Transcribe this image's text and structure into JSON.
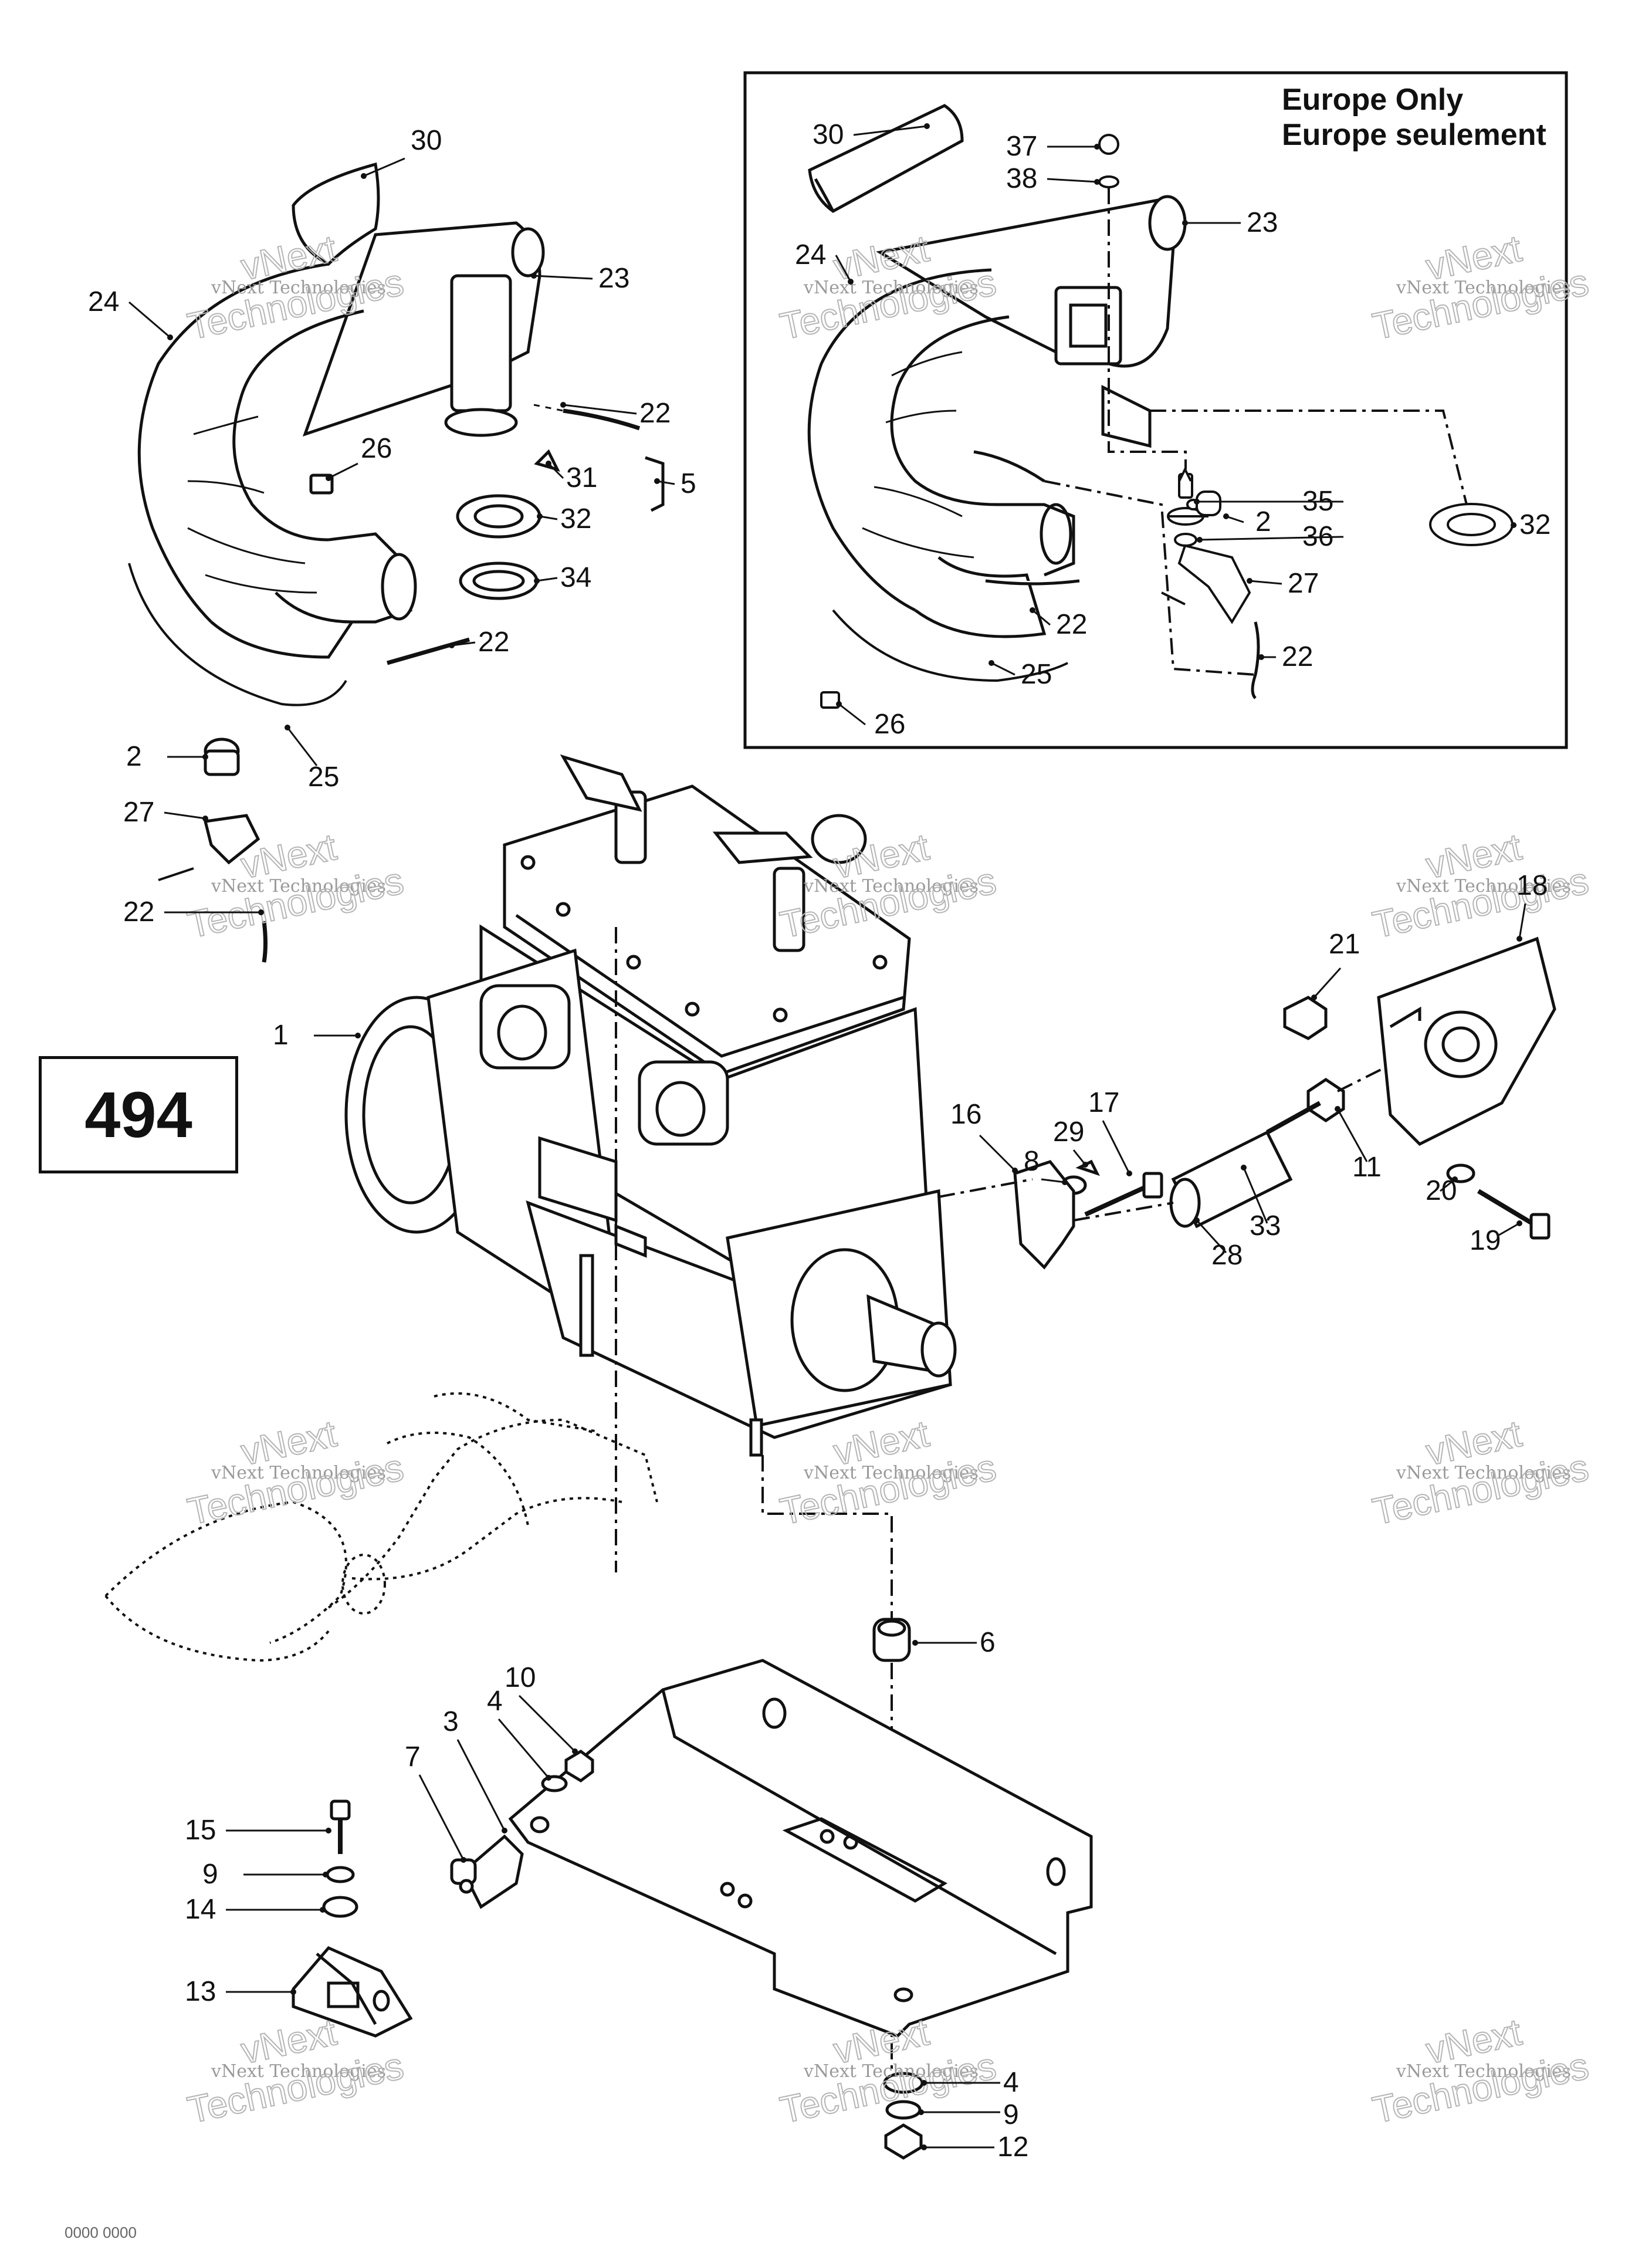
{
  "page_number": "494",
  "inset": {
    "title_line1": "Europe Only",
    "title_line2": "Europe seulement"
  },
  "watermark": {
    "line1": "vNext",
    "line2": "vNext Technologies",
    "line3": "Technologies"
  },
  "corner_code": "0000 0000",
  "callouts": {
    "main": [
      {
        "id": "c30",
        "label": "30"
      },
      {
        "id": "c23",
        "label": "23"
      },
      {
        "id": "c24",
        "label": "24"
      },
      {
        "id": "c22a",
        "label": "22"
      },
      {
        "id": "c26",
        "label": "26"
      },
      {
        "id": "c31",
        "label": "31"
      },
      {
        "id": "c5",
        "label": "5"
      },
      {
        "id": "c32",
        "label": "32"
      },
      {
        "id": "c34",
        "label": "34"
      },
      {
        "id": "c22b",
        "label": "22"
      },
      {
        "id": "c25",
        "label": "25"
      },
      {
        "id": "c2",
        "label": "2"
      },
      {
        "id": "c27",
        "label": "27"
      },
      {
        "id": "c22c",
        "label": "22"
      },
      {
        "id": "c1",
        "label": "1"
      },
      {
        "id": "c18",
        "label": "18"
      },
      {
        "id": "c21",
        "label": "21"
      },
      {
        "id": "c17",
        "label": "17"
      },
      {
        "id": "c29",
        "label": "29"
      },
      {
        "id": "c8",
        "label": "8"
      },
      {
        "id": "c16",
        "label": "16"
      },
      {
        "id": "c11",
        "label": "11"
      },
      {
        "id": "c20",
        "label": "20"
      },
      {
        "id": "c33",
        "label": "33"
      },
      {
        "id": "c28",
        "label": "28"
      },
      {
        "id": "c19",
        "label": "19"
      },
      {
        "id": "c6",
        "label": "6"
      },
      {
        "id": "c10",
        "label": "10"
      },
      {
        "id": "c4a",
        "label": "4"
      },
      {
        "id": "c3",
        "label": "3"
      },
      {
        "id": "c7",
        "label": "7"
      },
      {
        "id": "c15",
        "label": "15"
      },
      {
        "id": "c9a",
        "label": "9"
      },
      {
        "id": "c14",
        "label": "14"
      },
      {
        "id": "c13",
        "label": "13"
      },
      {
        "id": "c4b",
        "label": "4"
      },
      {
        "id": "c9b",
        "label": "9"
      },
      {
        "id": "c12",
        "label": "12"
      }
    ],
    "inset": [
      {
        "id": "e30",
        "label": "30"
      },
      {
        "id": "e37",
        "label": "37"
      },
      {
        "id": "e38",
        "label": "38"
      },
      {
        "id": "e23",
        "label": "23"
      },
      {
        "id": "e24",
        "label": "24"
      },
      {
        "id": "e35",
        "label": "35"
      },
      {
        "id": "e2",
        "label": "2"
      },
      {
        "id": "e32",
        "label": "32"
      },
      {
        "id": "e36",
        "label": "36"
      },
      {
        "id": "e27",
        "label": "27"
      },
      {
        "id": "e22a",
        "label": "22"
      },
      {
        "id": "e22b",
        "label": "22"
      },
      {
        "id": "e25",
        "label": "25"
      },
      {
        "id": "e26",
        "label": "26"
      }
    ]
  }
}
